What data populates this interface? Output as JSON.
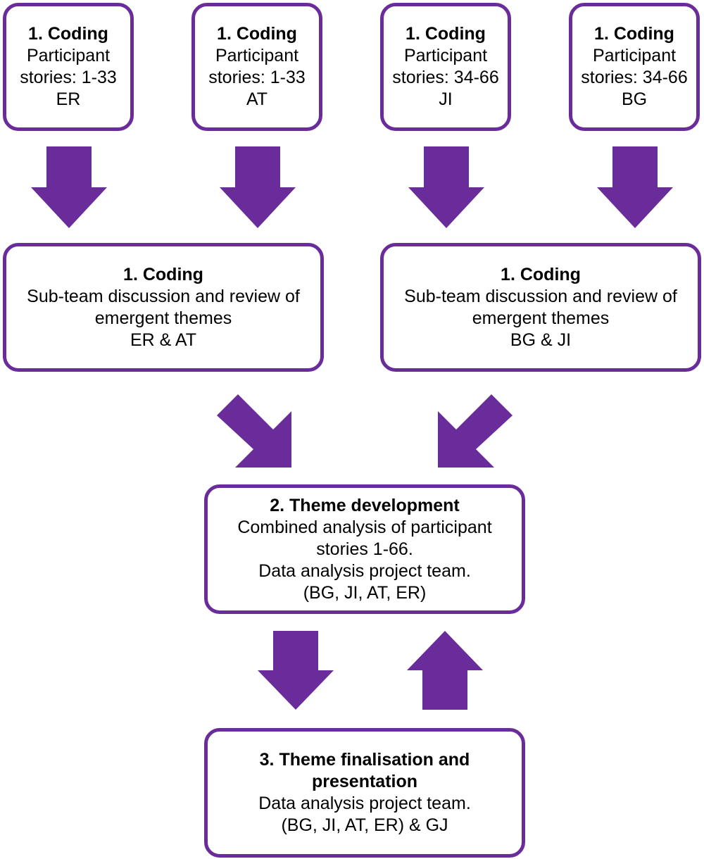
{
  "accent_color": "#6a2c9a",
  "boxes": [
    {
      "title": "1. Coding",
      "lines": [
        "Participant",
        "stories: 1-33",
        "ER"
      ]
    },
    {
      "title": "1. Coding",
      "lines": [
        "Participant",
        "stories: 1-33",
        "AT"
      ]
    },
    {
      "title": "1. Coding",
      "lines": [
        "Participant",
        "stories: 34-66",
        "JI"
      ]
    },
    {
      "title": "1. Coding",
      "lines": [
        "Participant",
        "stories: 34-66",
        "BG"
      ]
    },
    {
      "title": "1. Coding",
      "lines": [
        "Sub-team discussion and review of",
        "emergent themes",
        "ER & AT"
      ]
    },
    {
      "title": "1. Coding",
      "lines": [
        "Sub-team discussion and review of",
        "emergent themes",
        "BG & JI"
      ]
    },
    {
      "title": "2. Theme development",
      "lines": [
        "Combined analysis of participant",
        "stories 1-66.",
        "Data analysis project team.",
        "(BG, JI, AT, ER)"
      ]
    },
    {
      "title": "3. Theme finalisation and",
      "title2": "presentation",
      "lines": [
        "Data analysis project team.",
        "(BG, JI, AT, ER) & GJ"
      ]
    }
  ],
  "arrows": [
    "down-arrow",
    "down-arrow",
    "down-arrow",
    "down-arrow",
    "diagonal-down-right-arrow",
    "diagonal-down-left-arrow",
    "down-arrow",
    "up-arrow"
  ]
}
